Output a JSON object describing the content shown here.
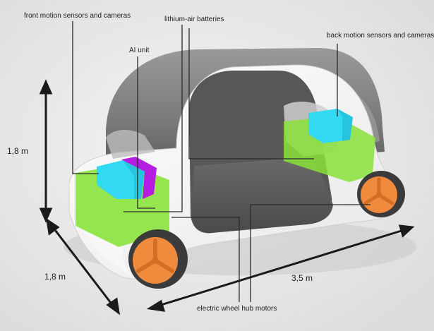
{
  "labels": {
    "front_sensors": "front motion sensors and cameras",
    "batteries": "lithium-air batteries",
    "ai_unit": "AI unit",
    "back_sensors": "back motion sensors and cameras",
    "wheel_motors": "electric wheel hub motors"
  },
  "dimensions": {
    "height": "1,8 m",
    "width": "1,8 m",
    "length": "3,5 m"
  },
  "colors": {
    "background": "#e9e9e9",
    "body_shell": "#f4f4f4",
    "glass": "#8c8c8c",
    "battery_zone": "#88e23a",
    "sensor_block": "#33d8f2",
    "ai_block": "#b51ee0",
    "wheel_hub": "#f08a3c",
    "tire": "#3b3b3b",
    "leader_line": "#2a2a2a"
  }
}
